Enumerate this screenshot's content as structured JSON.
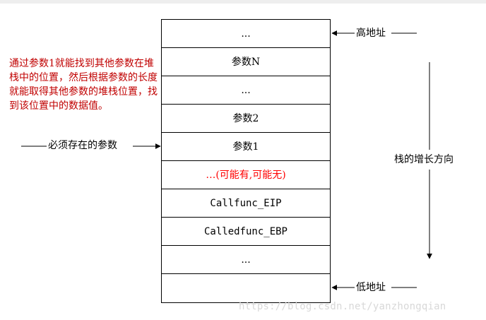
{
  "stack": {
    "cells": [
      {
        "text": "...",
        "kind": "plain"
      },
      {
        "text": "参数N",
        "kind": "plain"
      },
      {
        "text": "...",
        "kind": "plain"
      },
      {
        "text": "参数2",
        "kind": "plain"
      },
      {
        "text": "参数1",
        "kind": "plain"
      },
      {
        "text": "…(可能有,可能无)",
        "kind": "red"
      },
      {
        "text": "Callfunc_EIP",
        "kind": "mono"
      },
      {
        "text": "Calledfunc_EBP",
        "kind": "mono"
      },
      {
        "text": "...",
        "kind": "plain"
      },
      {
        "text": "",
        "kind": "plain"
      }
    ]
  },
  "note": "通过参数1就能找到其他参数在堆栈中的位置，然后根据参数的长度就能取得其他参数的堆栈位置，找到该位置中的数据值。",
  "labels": {
    "high_address": "高地址",
    "low_address": "低地址",
    "required_params": "必须存在的参数",
    "growth_direction": "栈的增长方向"
  },
  "watermark": "https://blog.csdn.net/yanzhongqian",
  "colors": {
    "note": "#c00000",
    "optional_cell": "#ff0000",
    "watermark": "#d8d8d8"
  }
}
